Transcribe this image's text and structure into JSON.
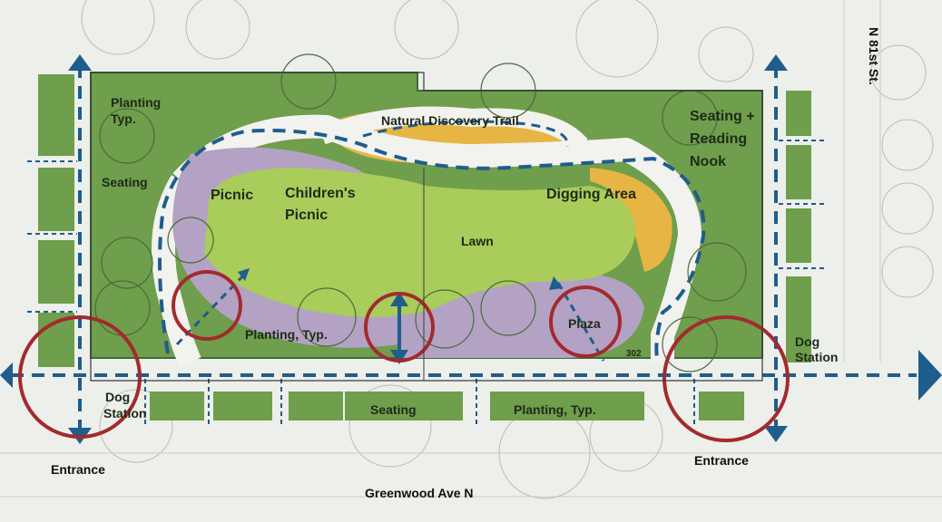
{
  "streets": {
    "south": "Greenwood Ave N",
    "east": "N 81st St."
  },
  "labels": {
    "planting_nw": "Planting",
    "planting_nw_2": "Typ.",
    "natural_trail": "Natural Discovery Trail",
    "seating_nook_1": "Seating +",
    "seating_nook_2": "Reading",
    "seating_nook_3": "Nook",
    "seating_west": "Seating",
    "picnic": "Picnic",
    "childrens_1": "Children's",
    "childrens_2": "Picnic",
    "digging": "Digging Area",
    "lawn": "Lawn",
    "plaza": "Plaza",
    "planting_mid": "Planting, Typ.",
    "dog_east_1": "Dog",
    "dog_east_2": "Station",
    "dog_west_1": "Dog",
    "dog_west_2": "Station",
    "seating_south": "Seating",
    "planting_south": "Planting, Typ.",
    "entrance_west": "Entrance",
    "entrance_east": "Entrance",
    "contour": "302"
  },
  "colors": {
    "lawn": "#a9cc5a",
    "planting": "#6f9e4c",
    "picnic": "#b3a2c4",
    "trail": "#e6b543",
    "path": "#f2f2ef",
    "arrow": "#1f5d8c",
    "circle": "#a32a2e"
  }
}
